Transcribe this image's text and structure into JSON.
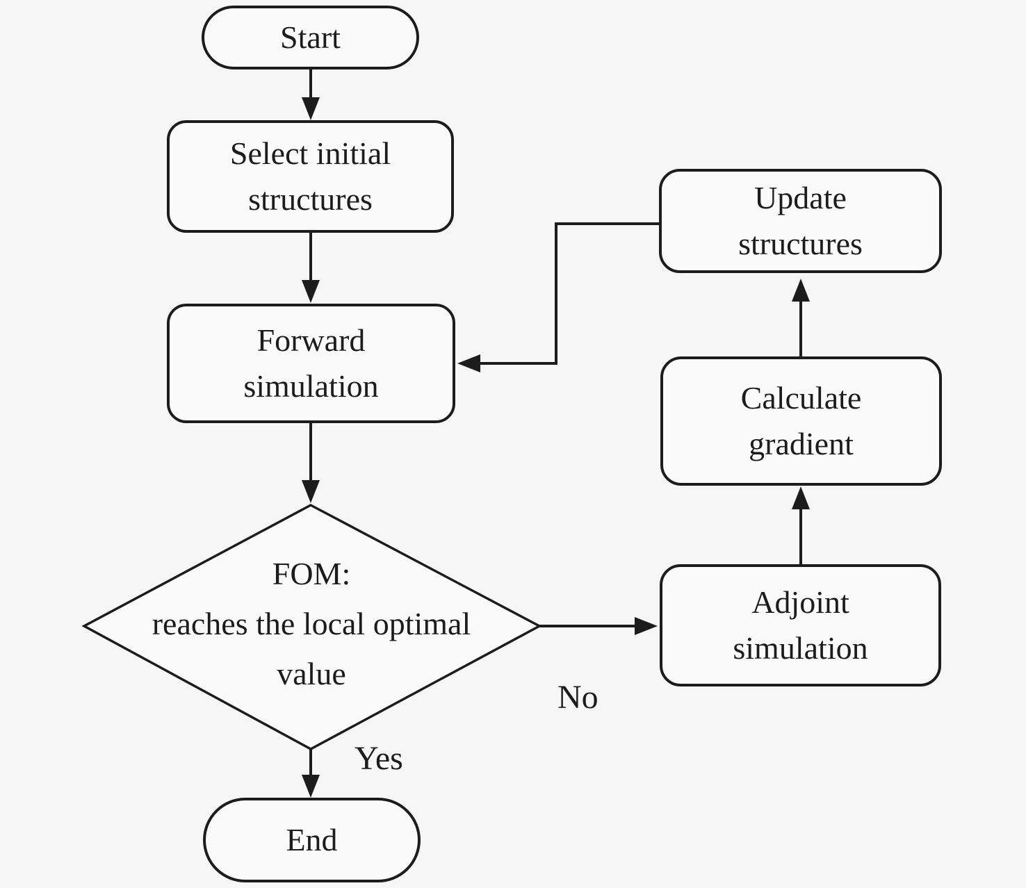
{
  "diagram": {
    "type": "flowchart",
    "colors": {
      "background": "#f6f6f6",
      "node_fill": "#fafafa",
      "stroke": "#1c1c1c",
      "text": "#1c1c1c"
    },
    "nodes": {
      "start": {
        "shape": "terminator",
        "lines": [
          "Start"
        ],
        "label": "Start"
      },
      "select_initial": {
        "shape": "process",
        "lines": [
          "Select initial",
          "structures"
        ],
        "label": "Select initial structures"
      },
      "forward_simulation": {
        "shape": "process",
        "lines": [
          "Forward",
          "simulation"
        ],
        "label": "Forward simulation"
      },
      "decision": {
        "shape": "decision",
        "lines": [
          "FOM:",
          "reaches the local optimal",
          "value"
        ],
        "label": "FOM: reaches the local optimal value"
      },
      "end": {
        "shape": "terminator",
        "lines": [
          "End"
        ],
        "label": "End"
      },
      "update_structures": {
        "shape": "process",
        "lines": [
          "Update",
          "structures"
        ],
        "label": "Update structures"
      },
      "calculate_gradient": {
        "shape": "process",
        "lines": [
          "Calculate",
          "gradient"
        ],
        "label": "Calculate gradient"
      },
      "adjoint_simulation": {
        "shape": "process",
        "lines": [
          "Adjoint",
          "simulation"
        ],
        "label": "Adjoint simulation"
      }
    },
    "labels": {
      "yes": "Yes",
      "no": "No"
    },
    "edges": [
      {
        "from": "start",
        "to": "select_initial",
        "label": ""
      },
      {
        "from": "select_initial",
        "to": "forward_simulation",
        "label": ""
      },
      {
        "from": "forward_simulation",
        "to": "decision",
        "label": ""
      },
      {
        "from": "decision",
        "to": "end",
        "label": "Yes"
      },
      {
        "from": "decision",
        "to": "adjoint_simulation",
        "label": "No"
      },
      {
        "from": "adjoint_simulation",
        "to": "calculate_gradient",
        "label": ""
      },
      {
        "from": "calculate_gradient",
        "to": "update_structures",
        "label": ""
      },
      {
        "from": "update_structures",
        "to": "forward_simulation",
        "label": ""
      }
    ]
  }
}
